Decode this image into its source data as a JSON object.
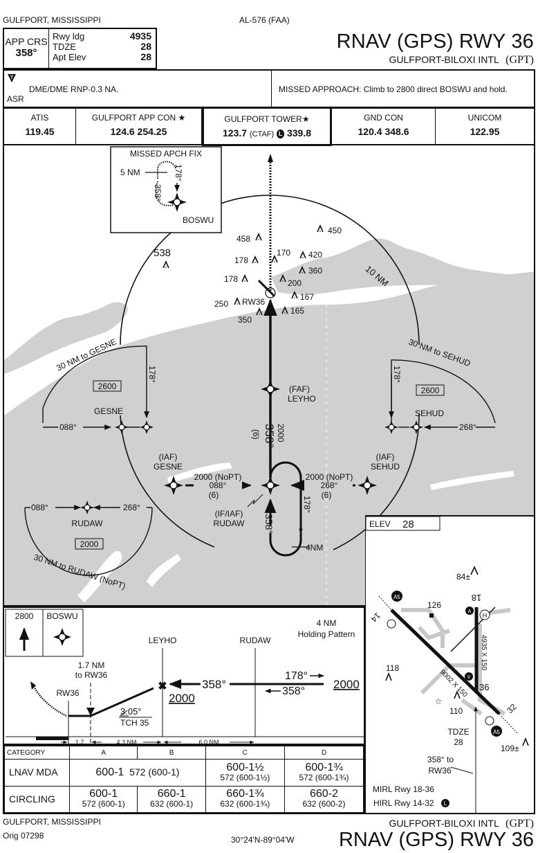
{
  "header": {
    "location": "GULFPORT, MISSISSIPPI",
    "chart_number": "AL-576 (FAA)",
    "title": "RNAV (GPS) RWY 36",
    "airport": "GULFPORT-BILOXI INTL",
    "airport_id": "(GPT)"
  },
  "briefing": {
    "app_crs_label": "APP CRS",
    "app_crs_value": "358°",
    "rwy_ldg_label": "Rwy ldg",
    "rwy_ldg_value": "4935",
    "tdze_label": "TDZE",
    "tdze_value": "28",
    "apt_elev_label": "Apt Elev",
    "apt_elev_value": "28"
  },
  "notes": {
    "takeoff_symbol": "T",
    "asr": "ASR",
    "restriction": "DME/DME RNP-0.3 NA.",
    "missed_approach": "MISSED APPROACH: Climb to 2800 direct BOSWU and hold."
  },
  "frequencies": [
    {
      "label": "ATIS",
      "value": "119.45"
    },
    {
      "label": "GULFPORT APP CON ★",
      "value": "124.6  254.25"
    },
    {
      "label": "GULFPORT TOWER★",
      "value_main": "123.7",
      "ctaf": "(CTAF)",
      "lighting": "L",
      "value_uhf": "339.8"
    },
    {
      "label": "GND CON",
      "value": "120.4  348.6"
    },
    {
      "label": "UNICOM",
      "value": "122.95"
    }
  ],
  "plan_view": {
    "missed_fix_box": {
      "title": "MISSED APCH FIX",
      "distance": "5 NM",
      "outbound": "178°",
      "inbound": "358°",
      "fix": "BOSWU"
    },
    "ring_label": "10 NM",
    "obstacles": [
      "538",
      "458",
      "450",
      "178",
      "170",
      "420",
      "360",
      "178",
      "200",
      "167",
      "250",
      "165",
      "350"
    ],
    "runway_label": "RW36",
    "faf": {
      "role": "(FAF)",
      "name": "LEYHO"
    },
    "final_course": "358°",
    "final_alt": "2000",
    "final_dist": "(6)",
    "gesne_taa": {
      "arc": "30 NM to GESNE",
      "course_in": "088°",
      "course_down": "178°",
      "alt": "2600",
      "fix": "GESNE"
    },
    "sehud_taa": {
      "arc": "30 NM to SEHUD",
      "course_in": "268°",
      "course_down": "178°",
      "alt": "2600",
      "fix": "SEHUD"
    },
    "rudaw_taa": {
      "arc": "30 NM to RUDAW (NoPT)",
      "course_left": "088°",
      "course_right": "268°",
      "alt": "2000",
      "fix": "RUDAW"
    },
    "iaf_gesne": {
      "role": "(IAF)",
      "name": "GESNE",
      "alt": "2000 (NoPT)",
      "course": "088°",
      "dist": "(6)"
    },
    "iaf_sehud": {
      "role": "(IAF)",
      "name": "SEHUD",
      "alt": "2000 (NoPT)",
      "course": "268°",
      "dist": "(6)"
    },
    "if_rudaw": {
      "role": "(IF/IAF)",
      "name": "RUDAW"
    },
    "hold": {
      "outbound": "178°",
      "inbound": "358°",
      "leg": "4NM"
    }
  },
  "profile": {
    "missed_alt": "2800",
    "missed_fix": "BOSWU",
    "leyho": "LEYHO",
    "rudaw": "RUDAW",
    "hold_note_1": "4 NM",
    "hold_note_2": "Holding Pattern",
    "vdp_note_1": "1.7 NM",
    "vdp_note_2": "to RW36",
    "rw36": "RW36",
    "course_main": "358°",
    "hold_out": "178°",
    "hold_in": "358°",
    "alt_leyho": "2000",
    "alt_hold": "2000",
    "gs_angle": "3.05°",
    "tch": "TCH 35",
    "dist_1": "1.7",
    "dist_2": "4.3 NM",
    "dist_3": "6.0 NM"
  },
  "minimums": {
    "headers": [
      "CATEGORY",
      "A",
      "B",
      "C",
      "D"
    ],
    "lnav_label": "LNAV  MDA",
    "lnav_ab_main": "600-1",
    "lnav_ab_sub": "572 (600-1)",
    "lnav_c_main": "600-1½",
    "lnav_c_sub": "572 (600-1½)",
    "lnav_d_main": "600-1¾",
    "lnav_d_sub": "572 (600-1¾)",
    "circling_label": "CIRCLING",
    "circ": [
      {
        "main": "600-1",
        "sub": "572 (600-1)"
      },
      {
        "main": "660-1",
        "sub": "632 (600-1)"
      },
      {
        "main": "660-1¾",
        "sub": "632 (600-1¾)"
      },
      {
        "main": "660-2",
        "sub": "632 (600-2)"
      }
    ]
  },
  "airport_diagram": {
    "elev_label": "ELEV",
    "elev_value": "28",
    "obstacles": [
      "84±",
      "126",
      "118",
      "110",
      "109±"
    ],
    "rwy_18": "18",
    "rwy_36": "36",
    "rwy_14": "14",
    "rwy_32": "32",
    "rwy_18_36_dims": "4935 X 150",
    "rwy_14_32_dims": "9002 X 150",
    "tdze_label": "TDZE",
    "tdze_value": "28",
    "course_note_1": "358° to",
    "course_note_2": "RW36",
    "lighting_1": "MIRL Rwy 18-36",
    "lighting_2": "HIRL Rwy 14-32",
    "lighting_badge": "L",
    "als_badge": "A5",
    "vasi_badge": "V",
    "heli_badge": "H",
    "papi_badge": "A"
  },
  "footer": {
    "location": "GULFPORT, MISSISSIPPI",
    "amendment": "Orig 07298",
    "coords": "30°24'N-89°04'W",
    "airport": "GULFPORT-BILOXI INTL",
    "airport_id": "(GPT)",
    "title": "RNAV (GPS) RWY 36"
  }
}
